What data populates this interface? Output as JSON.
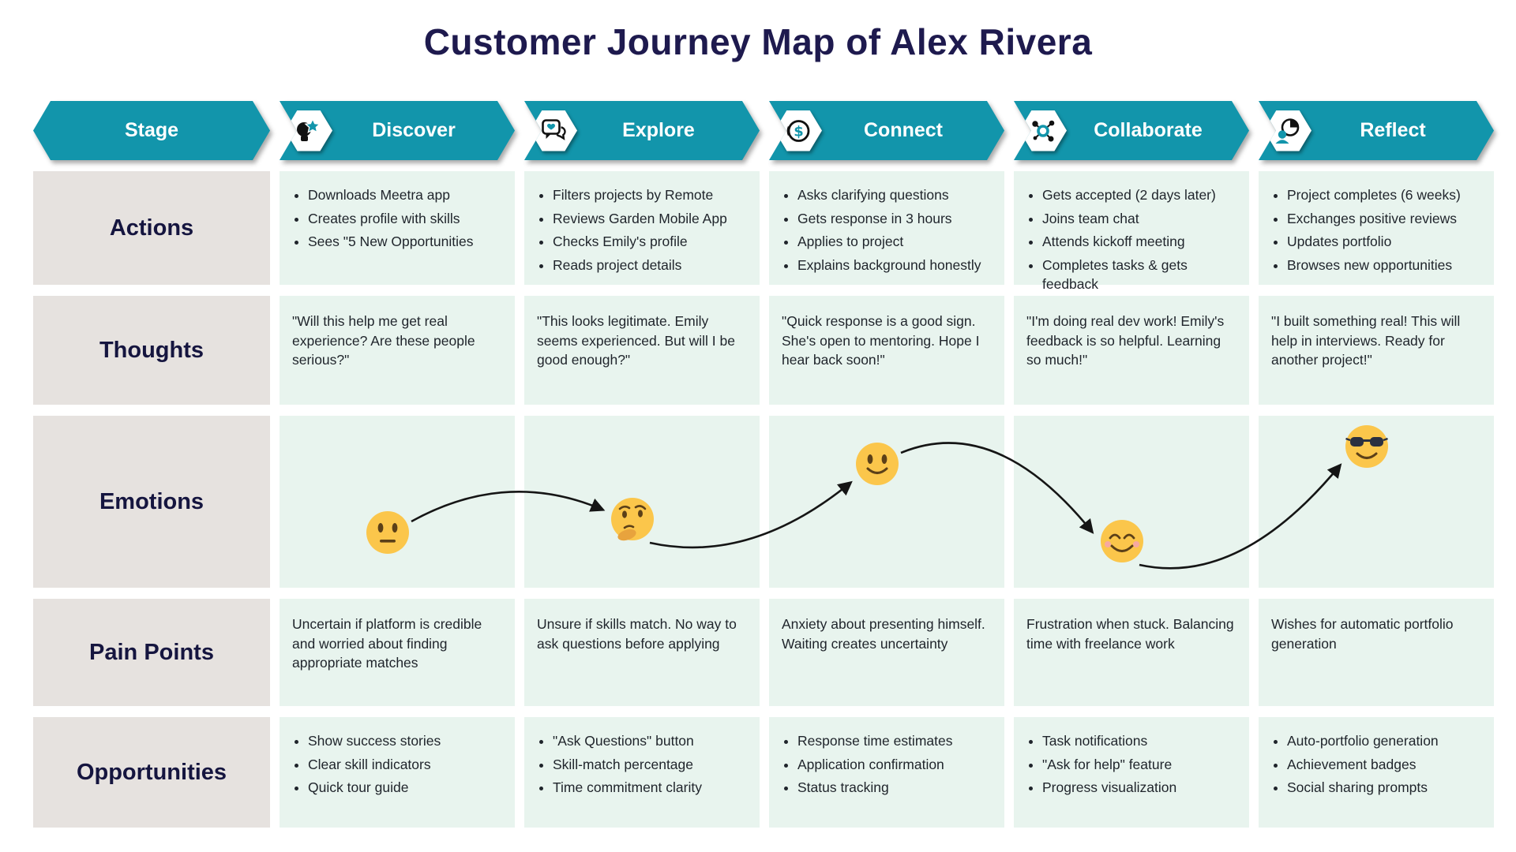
{
  "title": "Customer Journey Map of Alex Rivera",
  "row_labels": {
    "stage": "Stage",
    "actions": "Actions",
    "thoughts": "Thoughts",
    "emotions": "Emotions",
    "pain_points": "Pain Points",
    "opportunities": "Opportunities"
  },
  "colors": {
    "teal": "#1295AB",
    "title_navy": "#1E1A4E",
    "row_label_bg": "#E6E2DF",
    "cell_bg": "#E8F4EE",
    "body_text": "#1F242B",
    "emoji_yellow": "#FBC64B",
    "arrow_black": "#151515"
  },
  "stages": [
    {
      "name": "Discover",
      "icon": "idea-star-icon",
      "actions": [
        "Downloads Meetra app",
        "Creates profile with skills",
        "Sees \"5 New Opportunities"
      ],
      "thought": "\"Will this help me get real experience? Are these people serious?\"",
      "emotion": {
        "emoji": "😐",
        "name": "neutral-face",
        "level": 0.68
      },
      "pain_point": "Uncertain if platform is credible and worried about finding appropriate matches",
      "opportunities": [
        "Show success stories",
        "Clear skill indicators",
        "Quick tour guide"
      ]
    },
    {
      "name": "Explore",
      "icon": "chat-heart-icon",
      "actions": [
        "Filters projects by Remote",
        "Reviews Garden Mobile App",
        "Checks Emily's profile",
        "Reads project details"
      ],
      "thought": "\"This looks legitimate. Emily seems experienced. But will I be good enough?\"",
      "emotion": {
        "emoji": "🤔",
        "name": "thinking-face",
        "level": 0.6
      },
      "pain_point": "Unsure if skills match. No way to ask questions before applying",
      "opportunities": [
        "\"Ask Questions\" button",
        "Skill-match percentage",
        "Time commitment clarity"
      ]
    },
    {
      "name": "Connect",
      "icon": "dollar-circle-icon",
      "actions": [
        "Asks clarifying questions",
        "Gets response in 3 hours",
        "Applies to project",
        "Explains background honestly"
      ],
      "thought": "\"Quick response is a good sign. She's open to mentoring. Hope I hear back soon!\"",
      "emotion": {
        "emoji": "🙂",
        "name": "slightly-smiling-face",
        "level": 0.28
      },
      "pain_point": "Anxiety about presenting himself. Waiting creates uncertainty",
      "opportunities": [
        "Response time estimates",
        "Application confirmation",
        "Status tracking"
      ]
    },
    {
      "name": "Collaborate",
      "icon": "network-icon",
      "actions": [
        "Gets accepted (2 days later)",
        "Joins team chat",
        "Attends kickoff meeting",
        "Completes tasks & gets feedback"
      ],
      "thought": "\"I'm doing real dev work! Emily's feedback is so helpful. Learning so much!\"",
      "emotion": {
        "emoji": "😊",
        "name": "smiling-face-smiling-eyes",
        "level": 0.73
      },
      "pain_point": "Frustration when stuck. Balancing time with freelance work",
      "opportunities": [
        "Task notifications",
        "\"Ask for help\" feature",
        "Progress visualization"
      ]
    },
    {
      "name": "Reflect",
      "icon": "person-pie-icon",
      "actions": [
        "Project completes (6 weeks)",
        "Exchanges positive reviews",
        "Updates portfolio",
        "Browses new opportunities"
      ],
      "thought": "\"I built something real! This will help in interviews. Ready for another project!\"",
      "emotion": {
        "emoji": "😎",
        "name": "smiling-face-sunglasses",
        "level": 0.18
      },
      "pain_point": "Wishes for automatic portfolio generation",
      "opportunities": [
        "Auto-portfolio generation",
        "Achievement badges",
        "Social sharing prompts"
      ]
    }
  ],
  "emotion_curve": {
    "bows": [
      "up",
      "down",
      "up",
      "down"
    ]
  }
}
